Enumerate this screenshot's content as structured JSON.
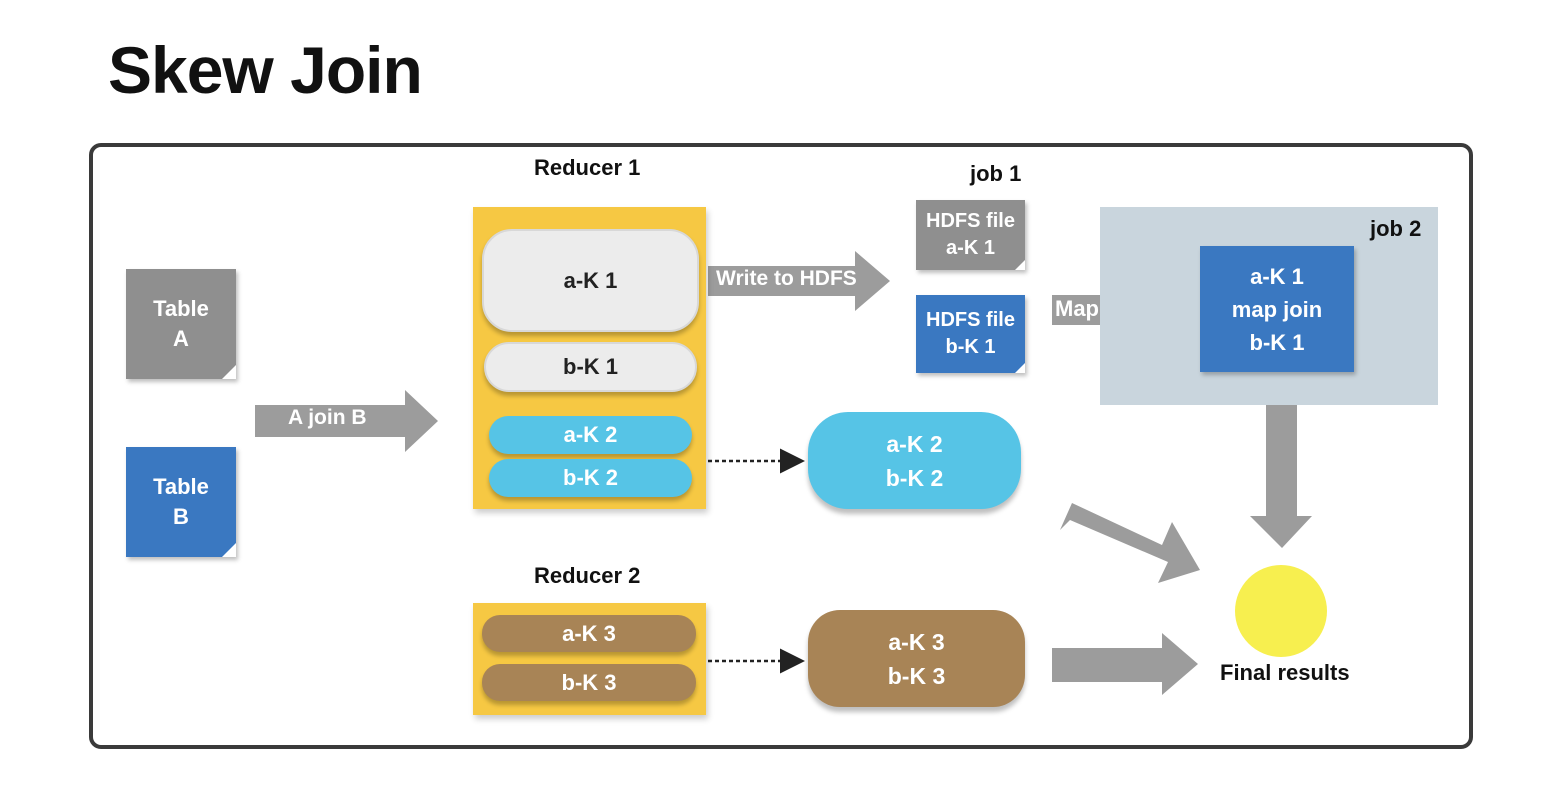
{
  "title": "Skew Join",
  "colors": {
    "gray": "#8f8f8f",
    "blue": "#3a78c1",
    "yellow_panel": "#f6c843",
    "cyan": "#56c4e6",
    "brown": "#a88456",
    "job2_panel": "#c9d5dd",
    "final_circle": "#f7ef4f"
  },
  "tables": {
    "a_line1": "Table",
    "a_line2": "A",
    "b_line1": "Table",
    "b_line2": "B"
  },
  "arrows": {
    "join": "A join B",
    "write": "Write to HDFS",
    "mapjoin": "Map join"
  },
  "reducer1": {
    "label": "Reducer 1",
    "items": [
      "a-K 1",
      "b-K 1",
      "a-K 2",
      "b-K 2"
    ]
  },
  "reducer2": {
    "label": "Reducer 2",
    "items": [
      "a-K 3",
      "b-K 3"
    ]
  },
  "job1": {
    "label": "job 1",
    "file_a_line1": "HDFS file",
    "file_a_line2": "a-K 1",
    "file_b_line1": "HDFS file",
    "file_b_line2": "b-K 1"
  },
  "job2": {
    "label": "job 2",
    "line1": "a-K 1",
    "line2": "map join",
    "line3": "b-K 1"
  },
  "out_k2": {
    "line1": "a-K 2",
    "line2": "b-K 2"
  },
  "out_k3": {
    "line1": "a-K 3",
    "line2": "b-K 3"
  },
  "final": "Final results"
}
